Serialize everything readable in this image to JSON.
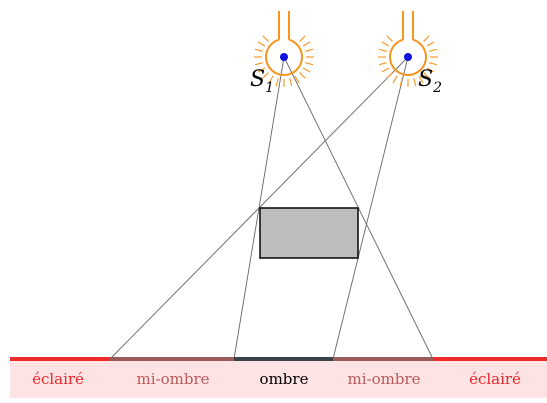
{
  "colors": {
    "lamp": "#f7941d",
    "filament": "#1010e0",
    "ray": "#666666",
    "obstacle_fill": "#bdbdbd",
    "obstacle_stroke": "#111111",
    "screen_lit": "#ee2b2b",
    "screen_penumbra": "#9a5a5a",
    "screen_umbra": "#3a4446",
    "band_fill": "#fde3e3",
    "label_lit": "#e8272b",
    "label_penumbra": "#b85a5a",
    "label_umbra": "#000000"
  },
  "sources": [
    {
      "symbol": "S",
      "index": "1"
    },
    {
      "symbol": "S",
      "index": "2"
    }
  ],
  "zones": [
    {
      "label": "éclairé",
      "kind": "lit"
    },
    {
      "label": "mi-ombre",
      "kind": "penumbra"
    },
    {
      "label": "ombre",
      "kind": "umbra"
    },
    {
      "label": "mi-ombre",
      "kind": "penumbra"
    },
    {
      "label": "éclairé",
      "kind": "lit"
    }
  ]
}
